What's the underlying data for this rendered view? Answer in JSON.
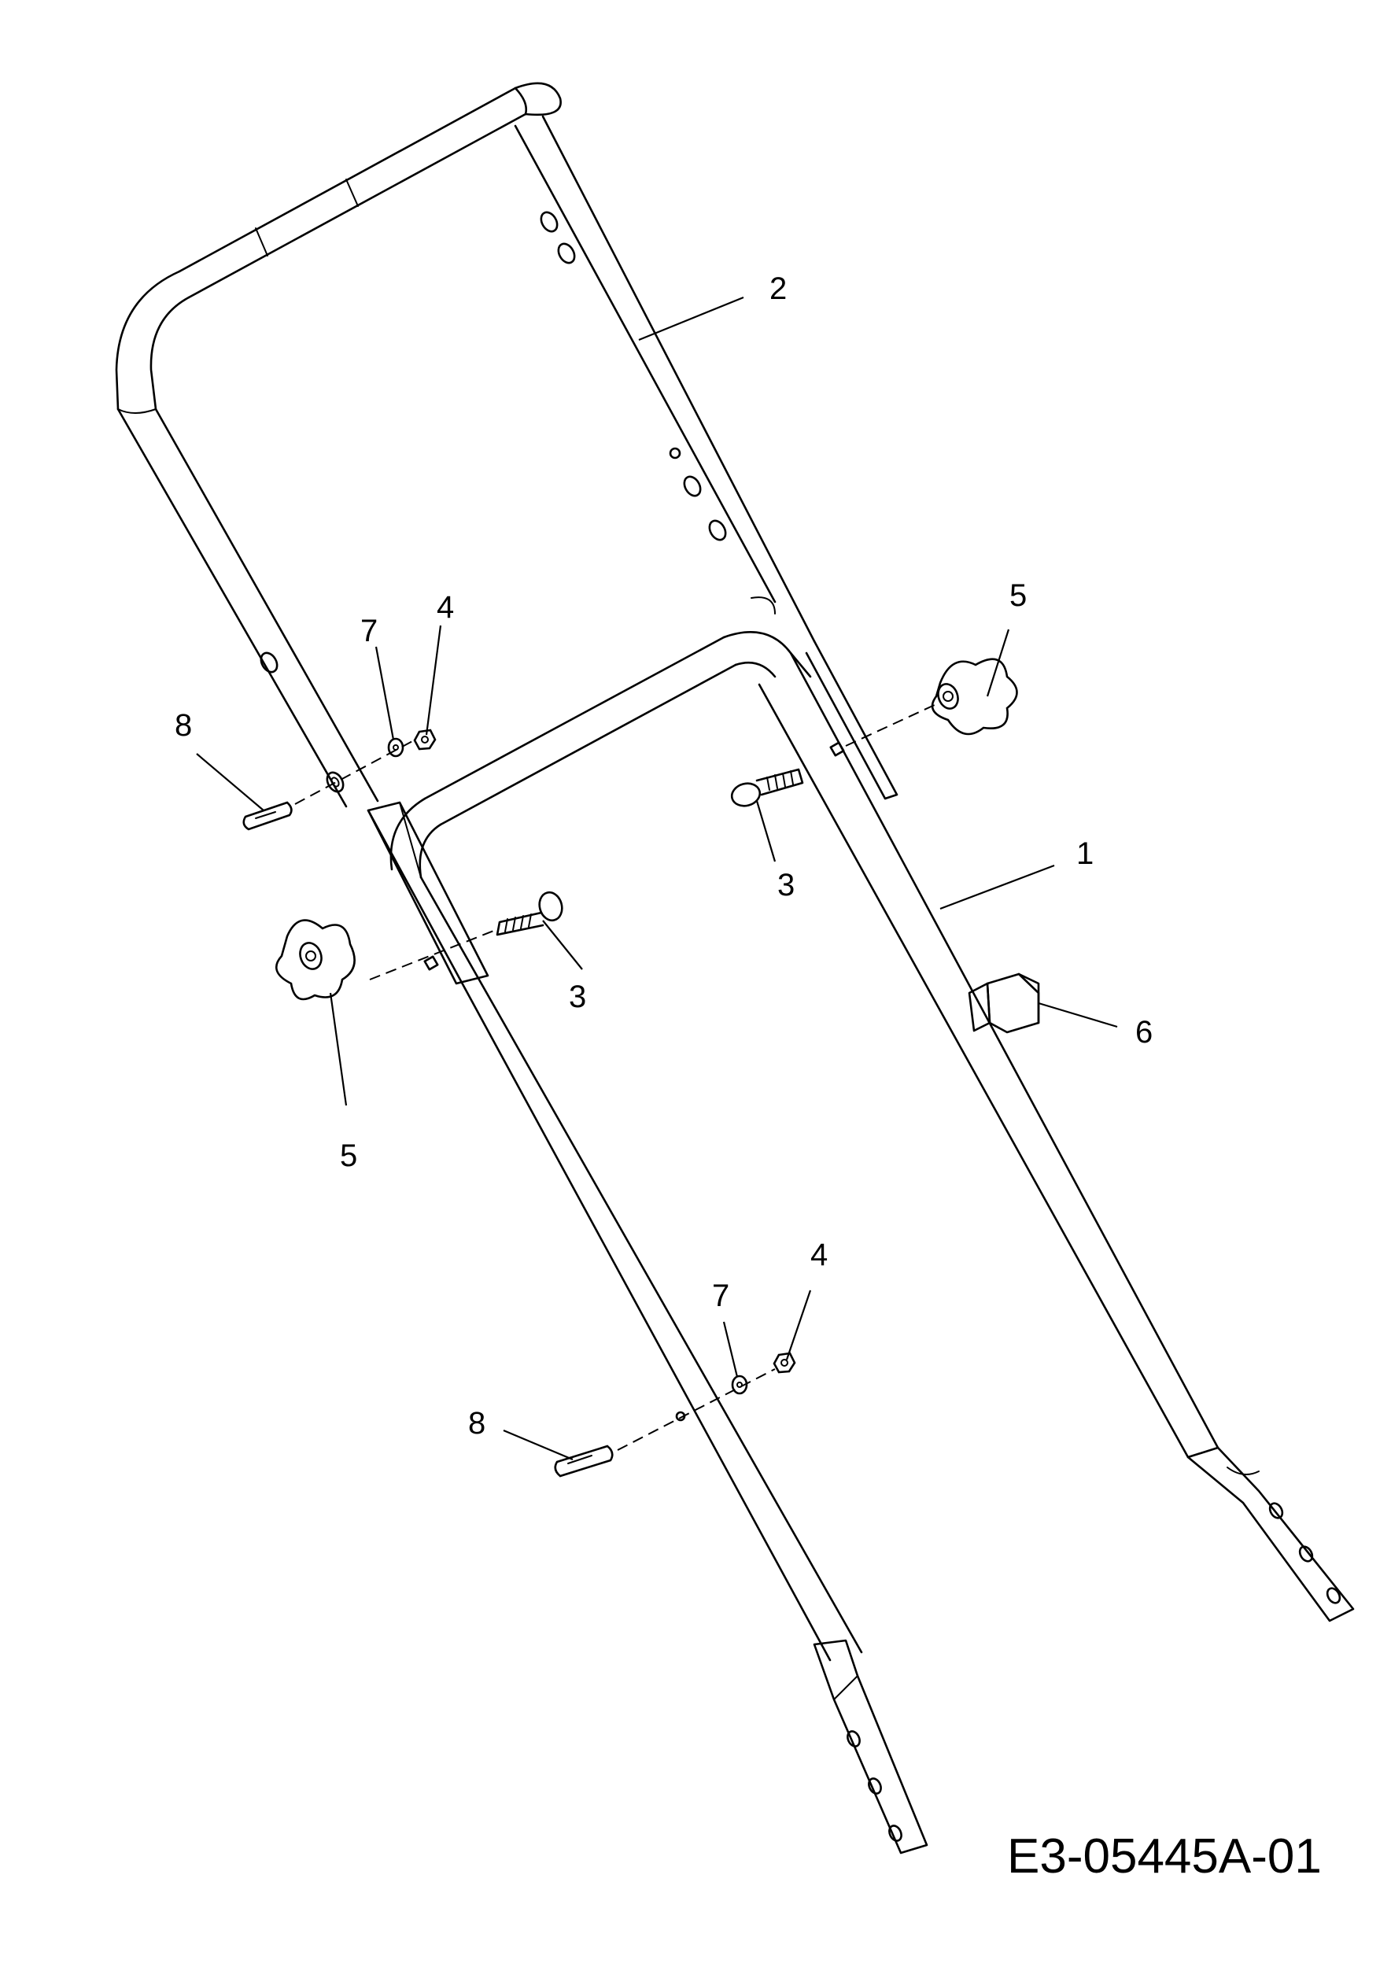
{
  "drawing_code": "E3-05445A-01",
  "callouts": [
    {
      "id": "c2",
      "label": "2"
    },
    {
      "id": "c1",
      "label": "1"
    },
    {
      "id": "c3a",
      "label": "3"
    },
    {
      "id": "c3b",
      "label": "3"
    },
    {
      "id": "c4a",
      "label": "4"
    },
    {
      "id": "c4b",
      "label": "4"
    },
    {
      "id": "c5a",
      "label": "5"
    },
    {
      "id": "c5b",
      "label": "5"
    },
    {
      "id": "c6",
      "label": "6"
    },
    {
      "id": "c7a",
      "label": "7"
    },
    {
      "id": "c7b",
      "label": "7"
    },
    {
      "id": "c8a",
      "label": "8"
    },
    {
      "id": "c8b",
      "label": "8"
    }
  ]
}
